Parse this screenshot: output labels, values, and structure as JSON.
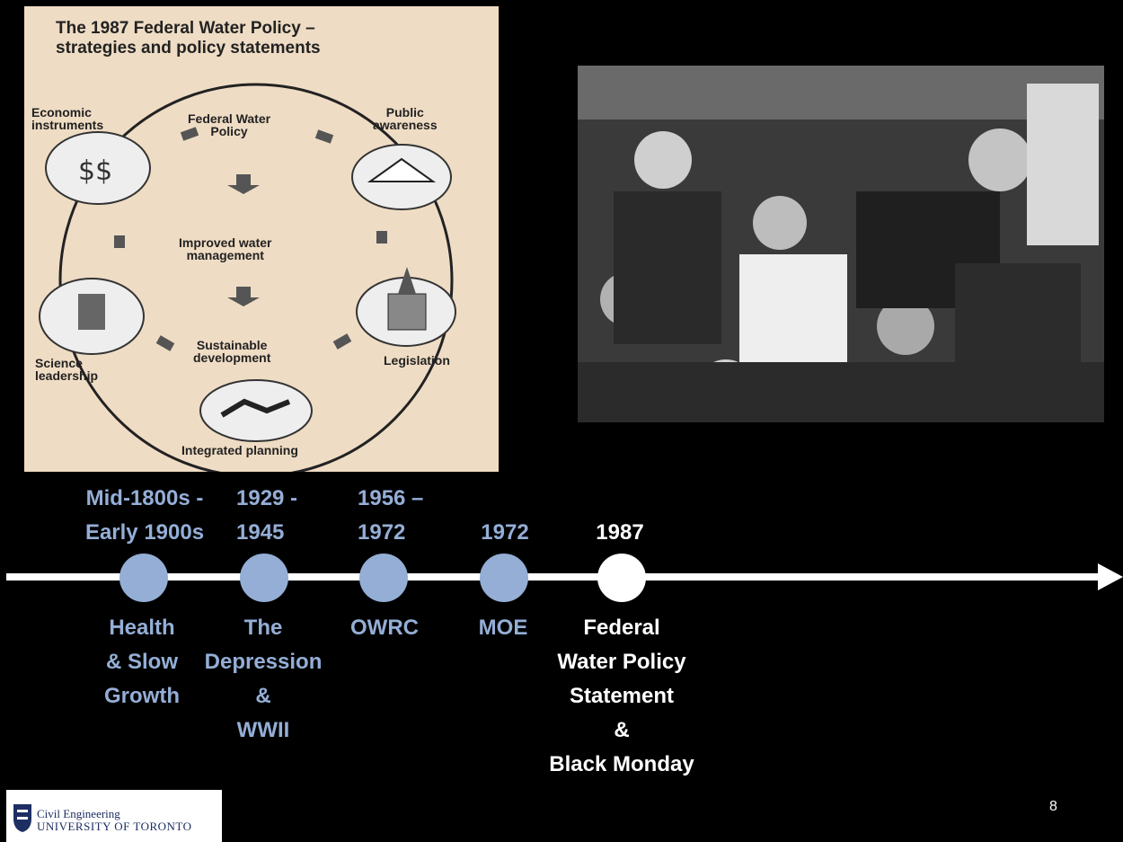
{
  "diagram": {
    "title": "The 1987 Federal Water Policy –\nstrategies and policy statements",
    "labels": {
      "economic": "Economic\ninstruments",
      "center_top": "Federal Water\nPolicy",
      "public": "Public\nawareness",
      "improved": "Improved water\nmanagement",
      "sustainable": "Sustainable\ndevelopment",
      "science": "Science\nleadership",
      "legislation": "Legislation",
      "integrated": "Integrated planning"
    }
  },
  "timeline": {
    "events": [
      {
        "date": "Mid-1800s -\nEarly 1900s",
        "label": "Health\n& Slow\nGrowth",
        "highlight": false
      },
      {
        "date": "1929 -\n1945",
        "label": "The\nDepression\n&\nWWII",
        "highlight": false
      },
      {
        "date": "1956 –\n1972",
        "label": "OWRC",
        "highlight": false
      },
      {
        "date": "1972",
        "label": "MOE",
        "highlight": false
      },
      {
        "date": "1987",
        "label": "Federal\nWater Policy\nStatement\n&\nBlack Monday",
        "highlight": true
      }
    ]
  },
  "logo": {
    "line1": "Civil Engineering",
    "line2": "UNIVERSITY OF TORONTO"
  },
  "page_number": "8",
  "colors": {
    "accent": "#94aed6",
    "background": "#000000",
    "highlight": "#ffffff"
  }
}
